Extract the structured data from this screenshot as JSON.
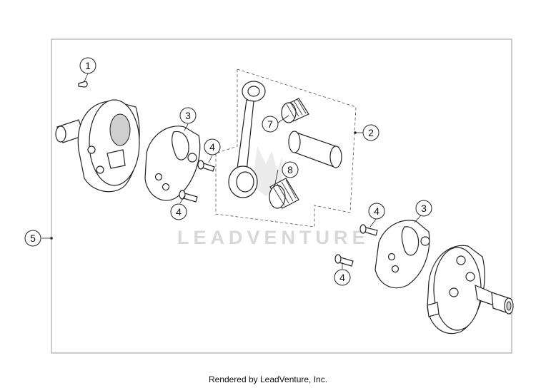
{
  "diagram": {
    "callouts": [
      {
        "id": "c1",
        "label": "1"
      },
      {
        "id": "c2",
        "label": "2"
      },
      {
        "id": "c3a",
        "label": "3"
      },
      {
        "id": "c3b",
        "label": "3"
      },
      {
        "id": "c4a",
        "label": "4"
      },
      {
        "id": "c4b",
        "label": "4"
      },
      {
        "id": "c4c",
        "label": "4"
      },
      {
        "id": "c4d",
        "label": "4"
      },
      {
        "id": "c5",
        "label": "5"
      },
      {
        "id": "c7",
        "label": "7"
      },
      {
        "id": "c8",
        "label": "8"
      }
    ],
    "watermark": "LEADVENTURE",
    "footer": "Rendered by LeadVenture, Inc."
  }
}
